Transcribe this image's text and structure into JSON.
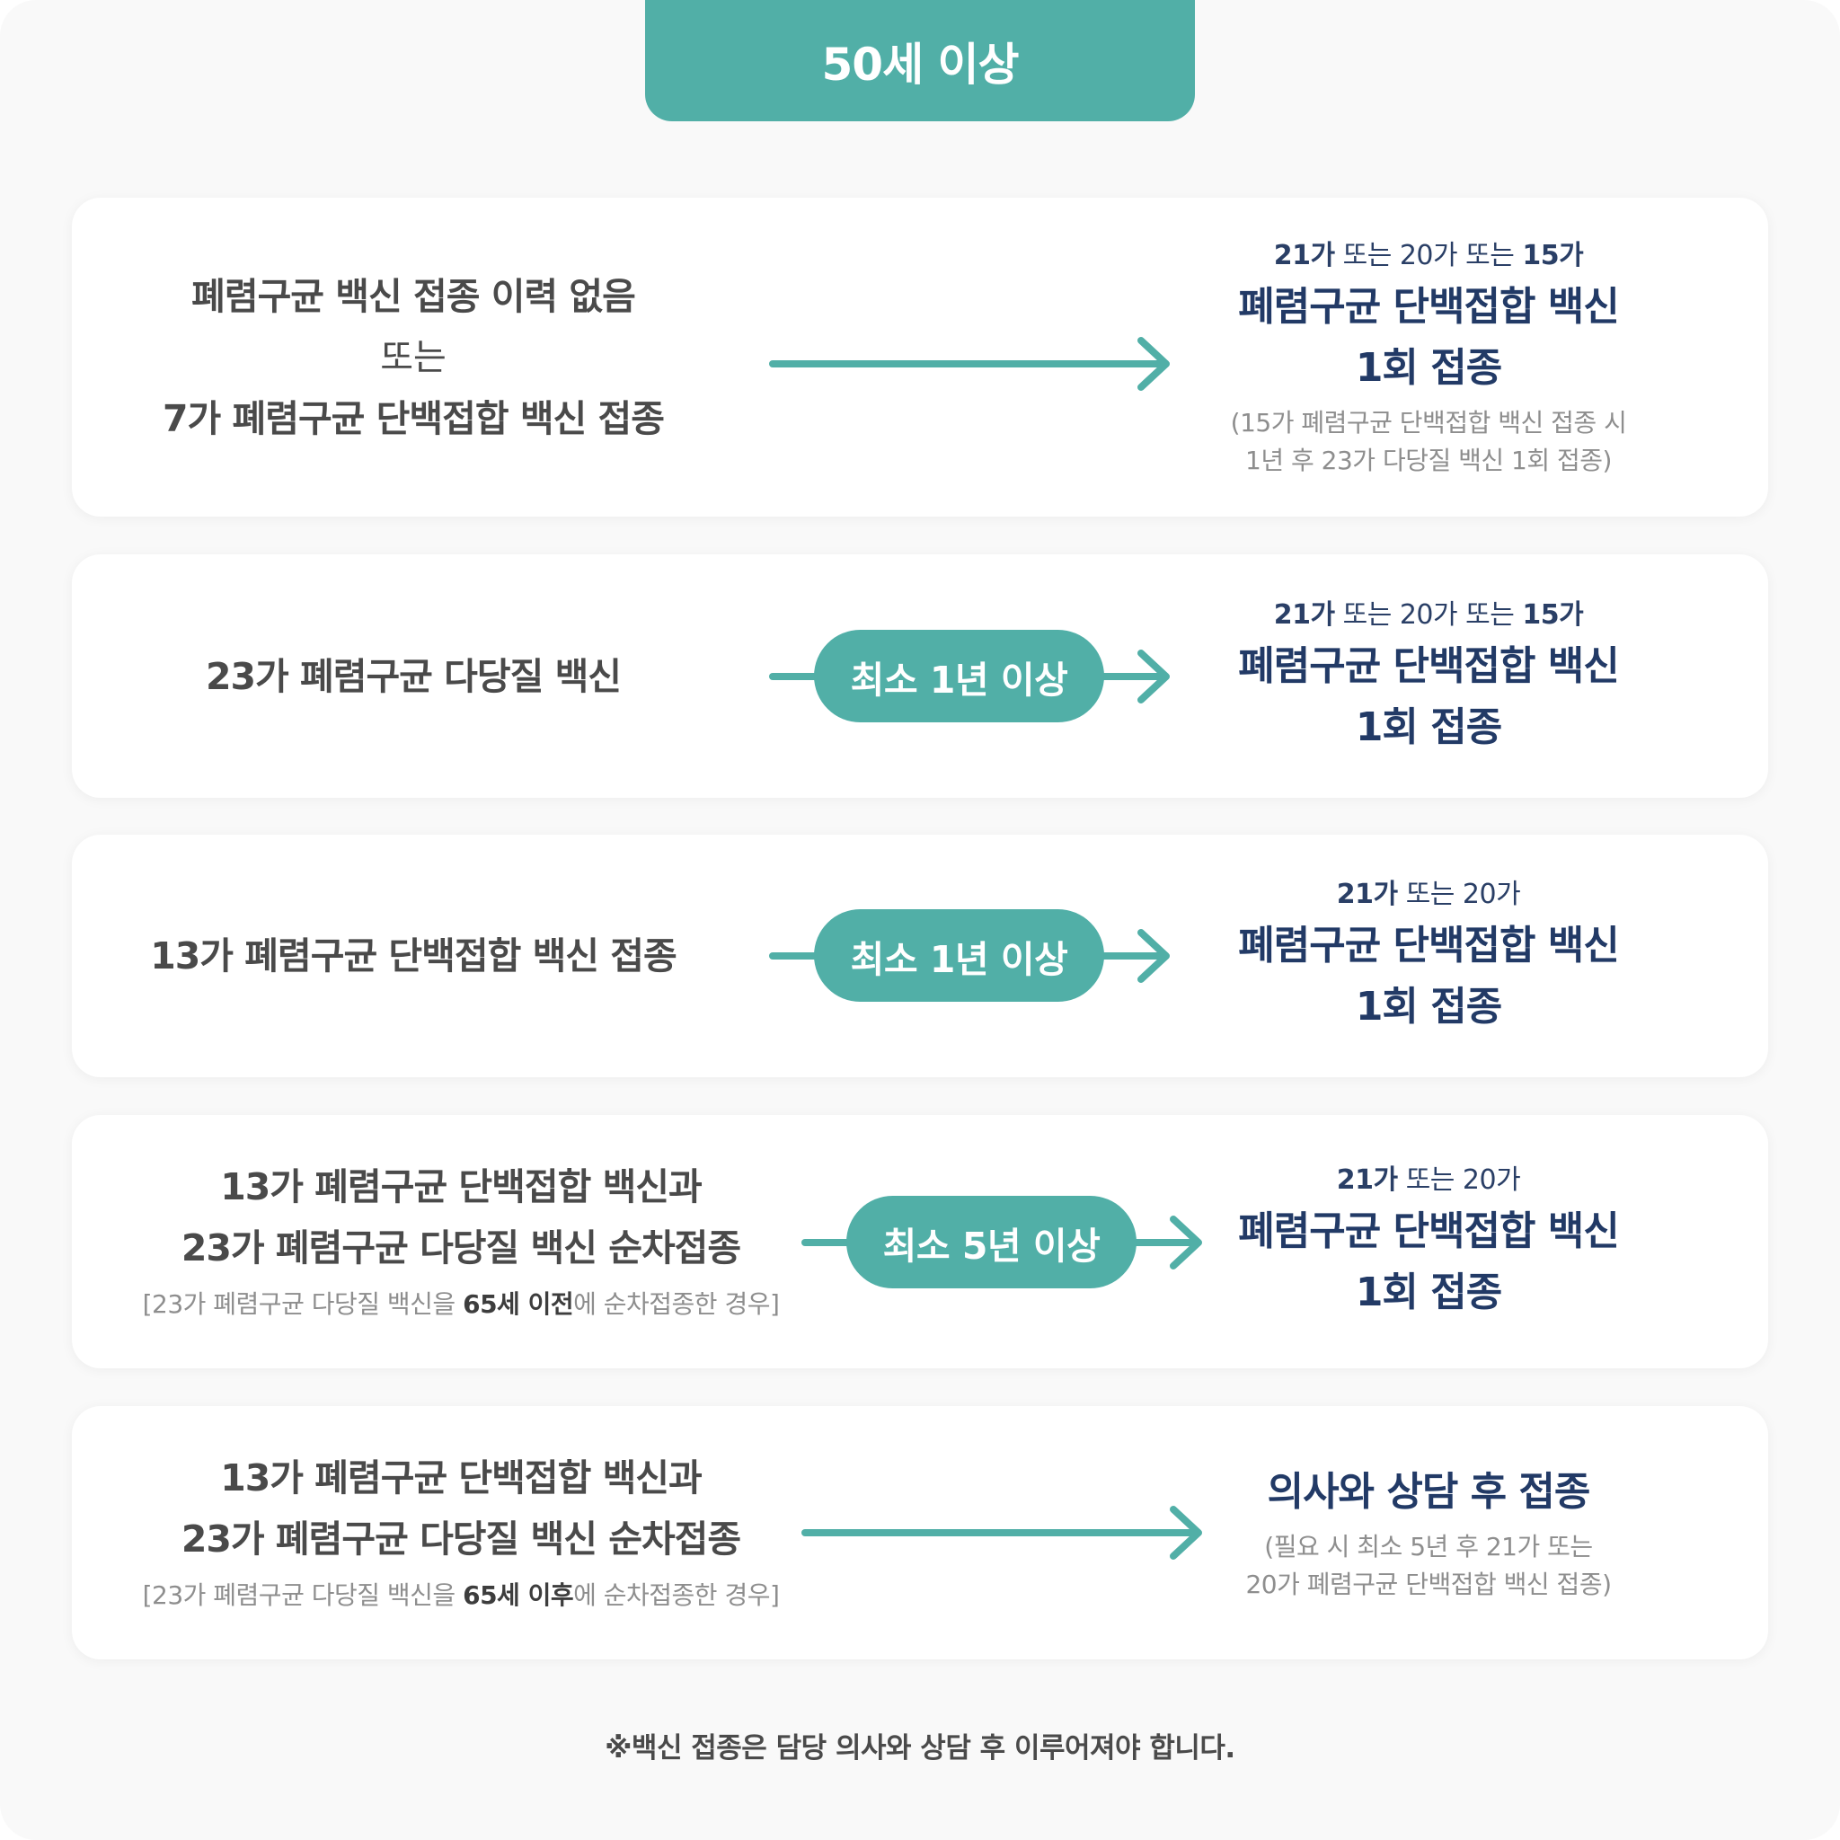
{
  "header": {
    "title": "50세 이상"
  },
  "colors": {
    "accent": "#51afa7",
    "navy": "#223a66",
    "text": "#4a4a4a",
    "muted": "#8e8e8e"
  },
  "rows": [
    {
      "left": {
        "line1": "폐렴구균 백신 접종 이력 없음",
        "or": "또는",
        "line2": "7가 폐렴구균 단백접합 백신 접종"
      },
      "interval": null,
      "right": {
        "top": {
          "a": "21가",
          "or1": " 또는 20가 또는 ",
          "b": "15가"
        },
        "line1": "폐렴구균 단백접합 백신",
        "line2": "1회 접종",
        "note1": "(15가 폐렴구균 단백접합 백신 접종 시",
        "note2": "1년 후 23가 다당질 백신 1회 접종)"
      }
    },
    {
      "left": {
        "line1": "23가 폐렴구균 다당질 백신"
      },
      "interval": "최소 1년 이상",
      "right": {
        "top": {
          "a": "21가",
          "or1": " 또는 20가 또는 ",
          "b": "15가"
        },
        "line1": "폐렴구균 단백접합 백신",
        "line2": "1회 접종"
      }
    },
    {
      "left": {
        "line1": "13가 폐렴구균 단백접합 백신 접종"
      },
      "interval": "최소 1년 이상",
      "right": {
        "top": {
          "a": "21가",
          "or1": " 또는 20가"
        },
        "line1": "폐렴구균 단백접합 백신",
        "line2": "1회 접종"
      }
    },
    {
      "left": {
        "line1": "13가 폐렴구균 단백접합 백신과",
        "line2": "23가 폐렴구균 다당질 백신 순차접종",
        "note_pre": "[23가 폐렴구균 다당질 백신을 ",
        "note_bold": "65세 이전",
        "note_post": "에 순차접종한 경우]"
      },
      "interval": "최소 5년 이상",
      "right": {
        "top": {
          "a": "21가",
          "or1": " 또는 20가"
        },
        "line1": "폐렴구균 단백접합 백신",
        "line2": "1회 접종"
      }
    },
    {
      "left": {
        "line1": "13가 폐렴구균 단백접합 백신과",
        "line2": "23가 폐렴구균 다당질 백신 순차접종",
        "note_pre": "[23가 폐렴구균 다당질 백신을 ",
        "note_bold": "65세 이후",
        "note_post": "에 순차접종한 경우]"
      },
      "interval": null,
      "right": {
        "line1": "의사와 상담 후 접종",
        "note1": "(필요 시 최소 5년 후 21가 또는",
        "note2": "20가 폐렴구균 단백접합 백신 접종)"
      }
    }
  ],
  "footer": {
    "text": "※백신 접종은 담당 의사와 상담 후 이루어져야 합니다."
  }
}
